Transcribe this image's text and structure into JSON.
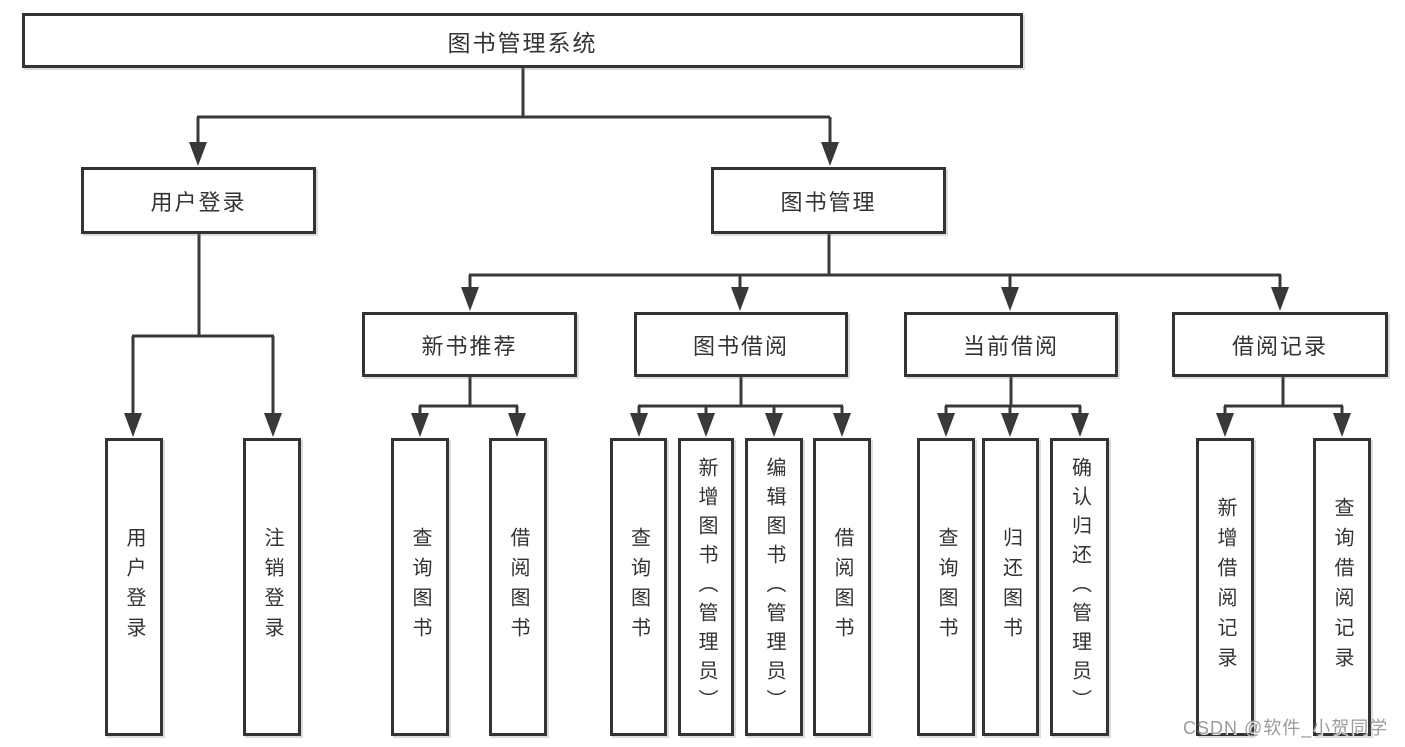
{
  "diagram": {
    "type": "hierarchy-tree",
    "orientation": "top-down",
    "levels": 3
  },
  "nodes": {
    "root": {
      "label": "图书管理系统"
    },
    "user_login": {
      "label": "用户登录"
    },
    "book_mgmt": {
      "label": "图书管理"
    },
    "leaf_user_login": {
      "label": "用户登录"
    },
    "leaf_logout": {
      "label": "注销登录"
    },
    "new_book_rec": {
      "label": "新书推荐"
    },
    "book_borrow": {
      "label": "图书借阅"
    },
    "current_borrow": {
      "label": "当前借阅"
    },
    "borrow_record": {
      "label": "借阅记录"
    },
    "nbr_query_books": {
      "label": "查询图书"
    },
    "nbr_borrow_books": {
      "label": "借阅图书"
    },
    "bb_query_books": {
      "label": "查询图书"
    },
    "bb_add_books_admin": {
      "label": "新增图书（管理员）"
    },
    "bb_edit_books_admin": {
      "label": "编辑图书（管理员）"
    },
    "bb_borrow_books": {
      "label": "借阅图书"
    },
    "cb_query_books": {
      "label": "查询图书"
    },
    "cb_return_books": {
      "label": "归还图书"
    },
    "cb_confirm_return_admin": {
      "label": "确认归还（管理员）"
    },
    "br_add_record": {
      "label": "新增借阅记录"
    },
    "br_query_record": {
      "label": "查询借阅记录"
    }
  },
  "hierarchy": [
    {
      "id": "root",
      "children": [
        "user_login",
        "book_mgmt"
      ]
    },
    {
      "id": "user_login",
      "children": [
        "leaf_user_login",
        "leaf_logout"
      ]
    },
    {
      "id": "book_mgmt",
      "children": [
        "new_book_rec",
        "book_borrow",
        "current_borrow",
        "borrow_record"
      ]
    },
    {
      "id": "new_book_rec",
      "children": [
        "nbr_query_books",
        "nbr_borrow_books"
      ]
    },
    {
      "id": "book_borrow",
      "children": [
        "bb_query_books",
        "bb_add_books_admin",
        "bb_edit_books_admin",
        "bb_borrow_books"
      ]
    },
    {
      "id": "current_borrow",
      "children": [
        "cb_query_books",
        "cb_return_books",
        "cb_confirm_return_admin"
      ]
    },
    {
      "id": "borrow_record",
      "children": [
        "br_add_record",
        "br_query_record"
      ]
    }
  ],
  "watermark": {
    "text": "CSDN @软件_小贺同学",
    "color": "#9b9b9f"
  },
  "colors": {
    "background": "#ffffff",
    "line": "#383838",
    "box_border": "#333333",
    "text": "#333333"
  }
}
